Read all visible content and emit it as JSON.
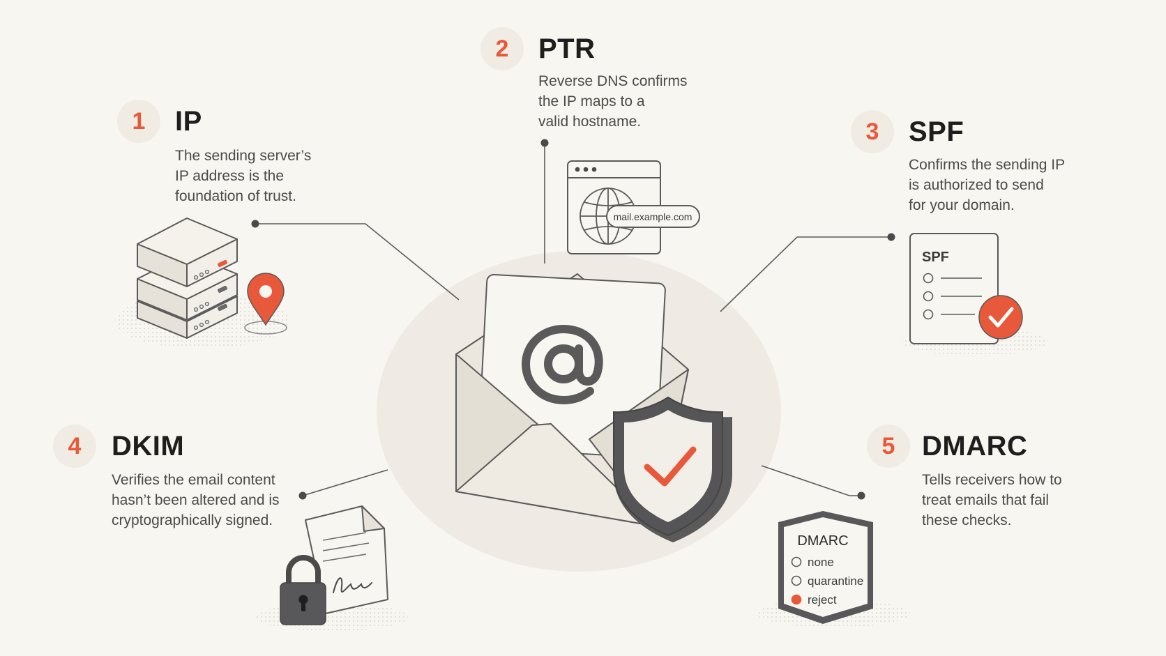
{
  "steps": [
    {
      "number": "1",
      "title": "IP",
      "description": "The sending server’s\nIP address is the\nfoundation of trust."
    },
    {
      "number": "2",
      "title": "PTR",
      "description": "Reverse DNS confirms\nthe IP maps to a\nvalid hostname."
    },
    {
      "number": "3",
      "title": "SPF",
      "description": "Confirms the sending IP\nis authorized to send\nfor your domain."
    },
    {
      "number": "4",
      "title": "DKIM",
      "description": "Verifies the email content\nhasn’t been altered and is\ncryptographically signed."
    },
    {
      "number": "5",
      "title": "DMARC",
      "description": "Tells receivers how to\ntreat emails that fail\nthese checks."
    }
  ],
  "ptr_hostname": "mail.example.com",
  "spf_card_label": "SPF",
  "dmarc_card": {
    "label": "DMARC",
    "options": [
      "none",
      "quarantine",
      "reject"
    ],
    "selected": "reject"
  },
  "colors": {
    "accent": "#e8583a",
    "dark": "#58585a",
    "background": "#f8f6f1"
  }
}
